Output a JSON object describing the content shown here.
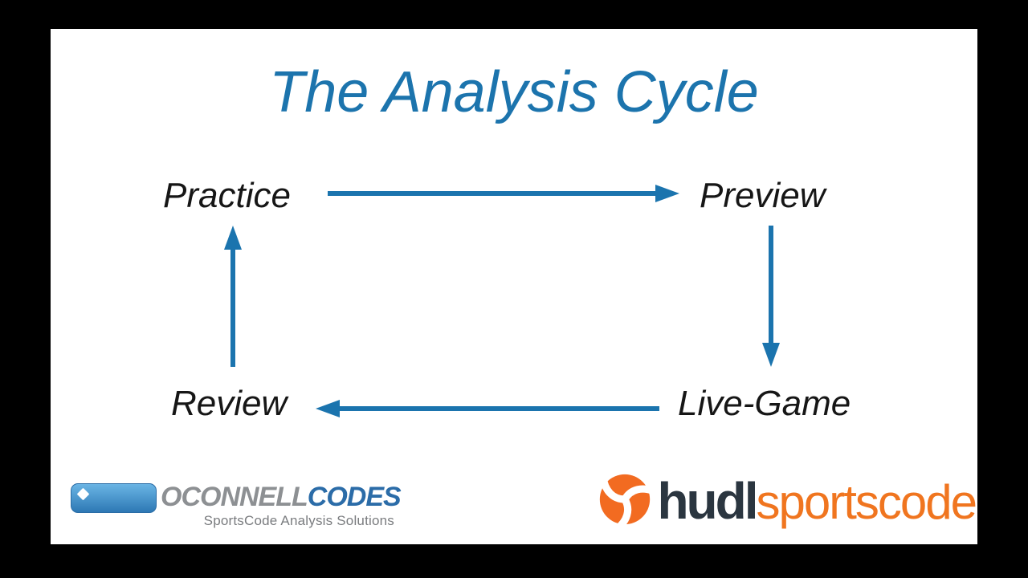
{
  "frame": {
    "background": "#000000",
    "slide_background": "#ffffff"
  },
  "title": {
    "text": "The Analysis Cycle",
    "color": "#1C74AD"
  },
  "cycle": {
    "label_color": "#161616",
    "arrow_color": "#1B74AE",
    "nodes": [
      {
        "id": "practice",
        "label": "Practice"
      },
      {
        "id": "preview",
        "label": "Preview"
      },
      {
        "id": "live_game",
        "label": "Live-Game"
      },
      {
        "id": "review",
        "label": "Review"
      }
    ],
    "arrows": [
      {
        "from": "Practice",
        "to": "Preview",
        "direction": "right"
      },
      {
        "from": "Preview",
        "to": "Live-Game",
        "direction": "down"
      },
      {
        "from": "Live-Game",
        "to": "Review",
        "direction": "left"
      },
      {
        "from": "Review",
        "to": "Practice",
        "direction": "up"
      }
    ]
  },
  "footer": {
    "oconnellcodes": {
      "name_primary": "OCONNELL",
      "name_secondary": "CODES",
      "tagline": "SportsCode Analysis Solutions",
      "badge_color_top": "#6ab5e5",
      "badge_color_bottom": "#2d78b4",
      "name_primary_color": "#8d9093",
      "name_secondary_color": "#2b6ca8",
      "tagline_color": "#7a7c7f",
      "icon": "diamond-icon"
    },
    "hudl": {
      "brand": "hudl",
      "product": "sportscode",
      "brand_color": "#2b3640",
      "product_color": "#f0751f",
      "icon_color": "#f26b21",
      "icon": "hudl-swirl-icon"
    }
  }
}
